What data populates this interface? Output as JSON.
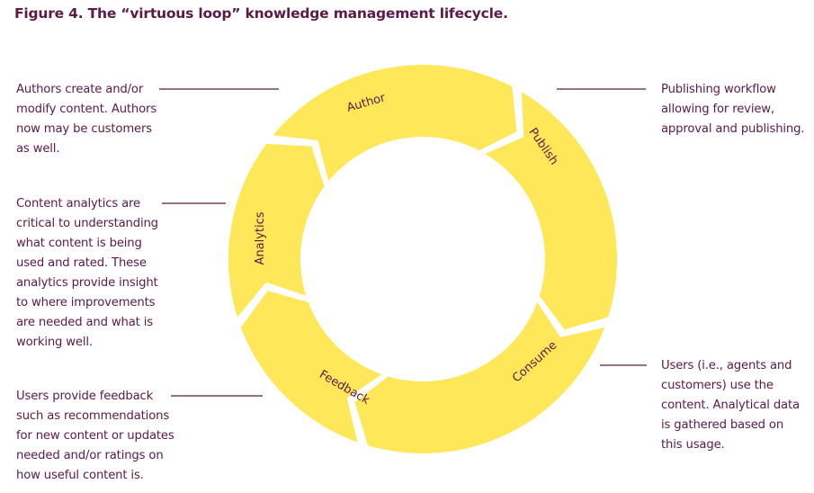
{
  "figure": {
    "title": "Figure 4. The “virtuous loop” knowledge management lifecycle."
  },
  "colors": {
    "segment_fill": "#FFE75A",
    "text": "#5B1A47",
    "background": "#FFFFFF"
  },
  "cycle": {
    "stages": [
      {
        "id": "author",
        "label": "Author",
        "description": "Authors create and/or\nmodify content. Authors\nnow may be customers\nas well."
      },
      {
        "id": "publish",
        "label": "Publish",
        "description": "Publishing workflow\nallowing for review,\napproval and publishing."
      },
      {
        "id": "consume",
        "label": "Consume",
        "description": "Users (i.e., agents and\ncustomers) use the\ncontent. Analytical data\nis gathered based on\nthis usage."
      },
      {
        "id": "feedback",
        "label": "Feedback",
        "description": "Users provide feedback\nsuch as recommendations\nfor new content or updates\nneeded and/or ratings on\nhow useful content is."
      },
      {
        "id": "analytics",
        "label": "Analytics",
        "description": "Content analytics are\ncritical to understanding\nwhat content is being\nused and rated. These\nanalytics provide insight\nto where improvements\nare needed and what is\nworking well."
      }
    ],
    "direction": "clockwise"
  }
}
